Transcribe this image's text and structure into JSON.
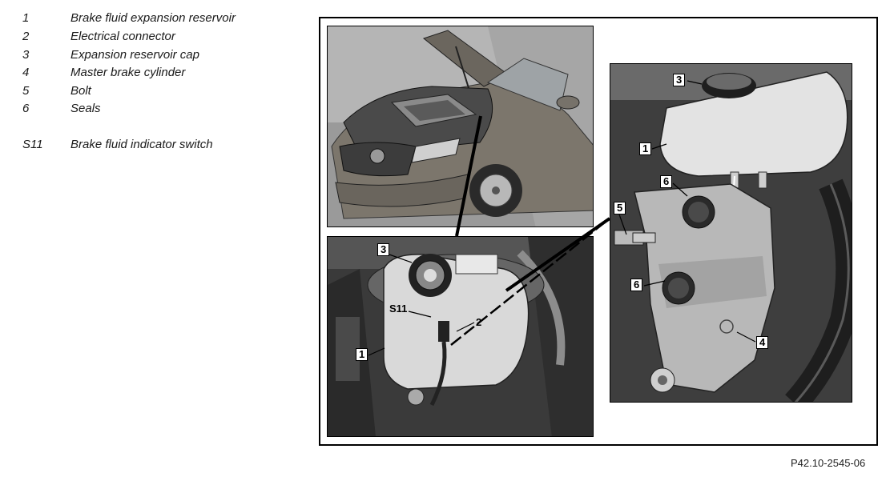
{
  "legend": [
    {
      "number": "1",
      "text": "Brake fluid expansion reservoir"
    },
    {
      "number": "2",
      "text": "Electrical connector"
    },
    {
      "number": "3",
      "text": "Expansion reservoir cap"
    },
    {
      "number": "4",
      "text": "Master brake cylinder"
    },
    {
      "number": "5",
      "text": "Bolt"
    },
    {
      "number": "6",
      "text": "Seals"
    },
    {
      "number": "S11",
      "text": "Brake fluid indicator switch"
    }
  ],
  "callouts": {
    "bottom_cap": "3",
    "bottom_switch": "S11",
    "bottom_connector": "2",
    "bottom_reservoir": "1",
    "right_cap": "3",
    "right_reservoir": "1",
    "right_seal_top": "6",
    "right_bolt": "5",
    "right_seal_bottom": "6",
    "right_cylinder": "4"
  },
  "figure_id": "P42.10-2545-06"
}
